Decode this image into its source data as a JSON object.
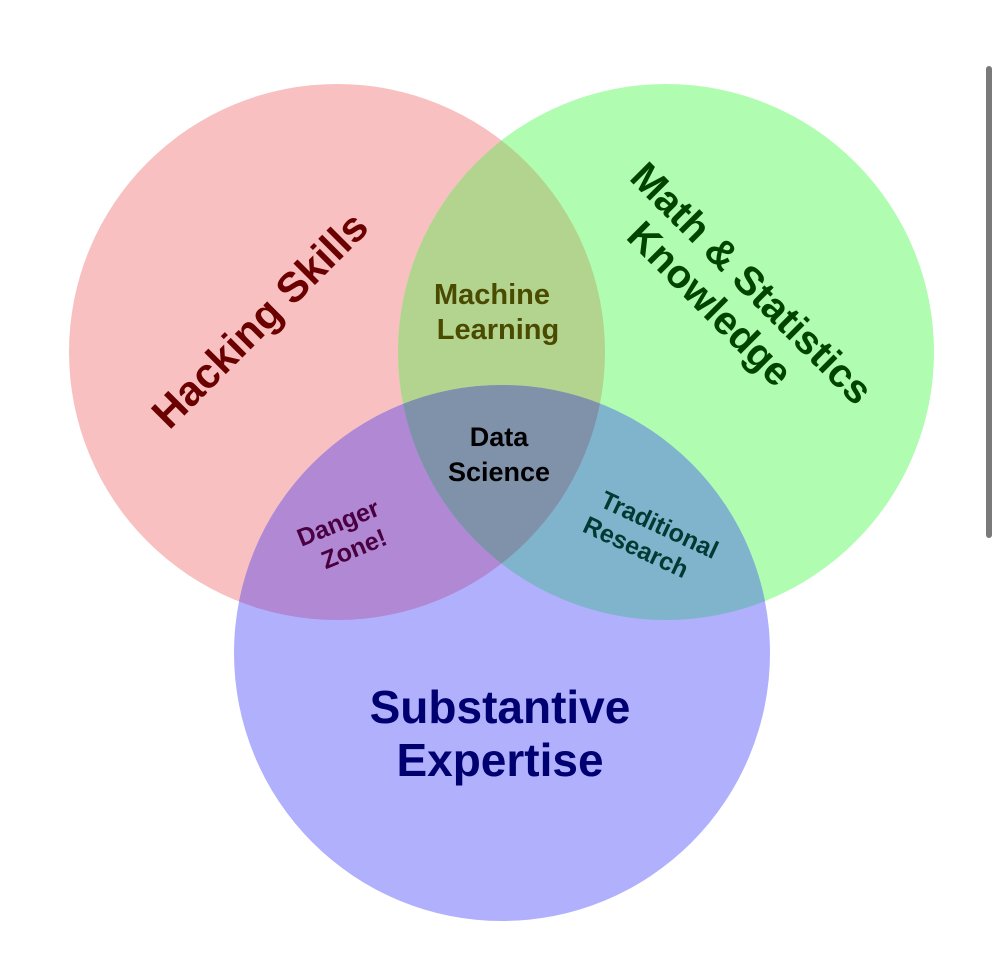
{
  "diagram": {
    "type": "venn",
    "sets": [
      {
        "id": "hacking",
        "label": "Hacking Skills",
        "fill": "#f6aaaa",
        "text_color": "#6b0000"
      },
      {
        "id": "math",
        "label_line1": "Math & Statistics",
        "label_line2": "Knowledge",
        "fill": "#a2fba2",
        "text_color": "#004400"
      },
      {
        "id": "substantive",
        "label_line1": "Substantive",
        "label_line2": "Expertise",
        "fill": "#a0a0fb",
        "text_color": "#000070"
      }
    ],
    "intersections": [
      {
        "sets": [
          "hacking",
          "math"
        ],
        "label_line1": "Machine",
        "label_line2": "Learning",
        "text_color": "#4a4a00"
      },
      {
        "sets": [
          "hacking",
          "substantive"
        ],
        "label_line1": "Danger",
        "label_line2": "Zone!",
        "text_color": "#4a0040"
      },
      {
        "sets": [
          "math",
          "substantive"
        ],
        "label_line1": "Traditional",
        "label_line2": "Research",
        "text_color": "#003a33"
      },
      {
        "sets": [
          "hacking",
          "math",
          "substantive"
        ],
        "label_line1": "Data",
        "label_line2": "Science",
        "text_color": "#000000"
      }
    ]
  }
}
